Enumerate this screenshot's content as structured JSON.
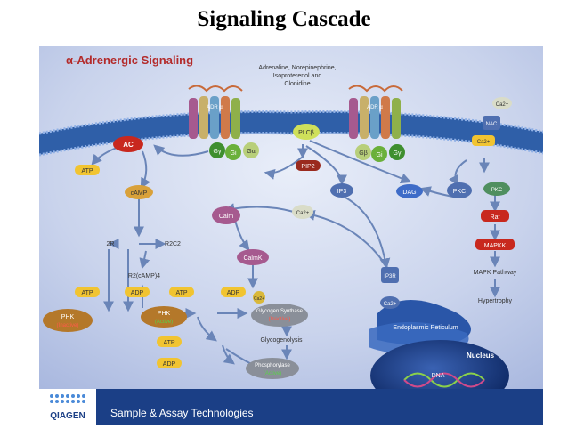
{
  "slide": {
    "title": "Signaling Cascade"
  },
  "diagram": {
    "heading": "α-Adrenergic Signaling",
    "ligands": [
      "Adrenaline, Norepinephrine,",
      "Isoproterenol and",
      "Clonidine"
    ],
    "receptors": {
      "left": "ADR α",
      "right": "ADR α"
    },
    "gproteins": {
      "gy": "Gγ",
      "gi": "Gi",
      "galpha": "Gα",
      "gb": "Gβ"
    },
    "nodes": {
      "ac": "AC",
      "atp_top": "ATP",
      "camp": "cAMP",
      "two_r": "2R",
      "r2c2": "R2C2",
      "r2camp": "R2(cAMP)4",
      "plcb": "PLCβ",
      "pip2": "PIP2",
      "ip3": "IP3",
      "dag": "DAG",
      "pkc": "PKC",
      "ca_top": "Ca2+",
      "ca_mid": "Ca2+",
      "nac": "NAC",
      "ca_channel": "Ca2+",
      "calm": "Calm",
      "calmk": "CalmK",
      "ca_small": "Ca2+",
      "raf": "Raf",
      "mapkk": "MAPKK",
      "mapk": "MAPK Pathway",
      "hypertrophy": "Hypertrophy",
      "ip3r": "IP3R",
      "ca_er": "Ca2+",
      "er": "Endoplasmic Reticulum",
      "nucleus": "Nucleus",
      "dna": "DNA",
      "atp1": "ATP",
      "adp1": "ADP",
      "atp2": "ATP",
      "adp2": "ADP",
      "phk_inactive": "PHK",
      "phk_inactive_state": "(Inactive)",
      "phk_active": "PHK",
      "phk_active_state": "(Active)",
      "glycogen_synthase": "Glycogen Synthase",
      "gs_state": "(Inactive)",
      "glycogenolysis": "Glycogenolysis",
      "atp3": "ATP",
      "adp3": "ADP",
      "phosphorylase": "Phosphorylase",
      "ph_state": "(Active)"
    }
  },
  "footer": {
    "brand": "QIAGEN",
    "tagline": "Sample & Assay Technologies"
  },
  "colors": {
    "membrane": "#2f5fa8",
    "panel_bg": "#cfd8ee",
    "node_yellow": "#f1c431",
    "node_red": "#c8281e",
    "node_blue": "#4f6fb0",
    "footer": "#1b3f86"
  }
}
